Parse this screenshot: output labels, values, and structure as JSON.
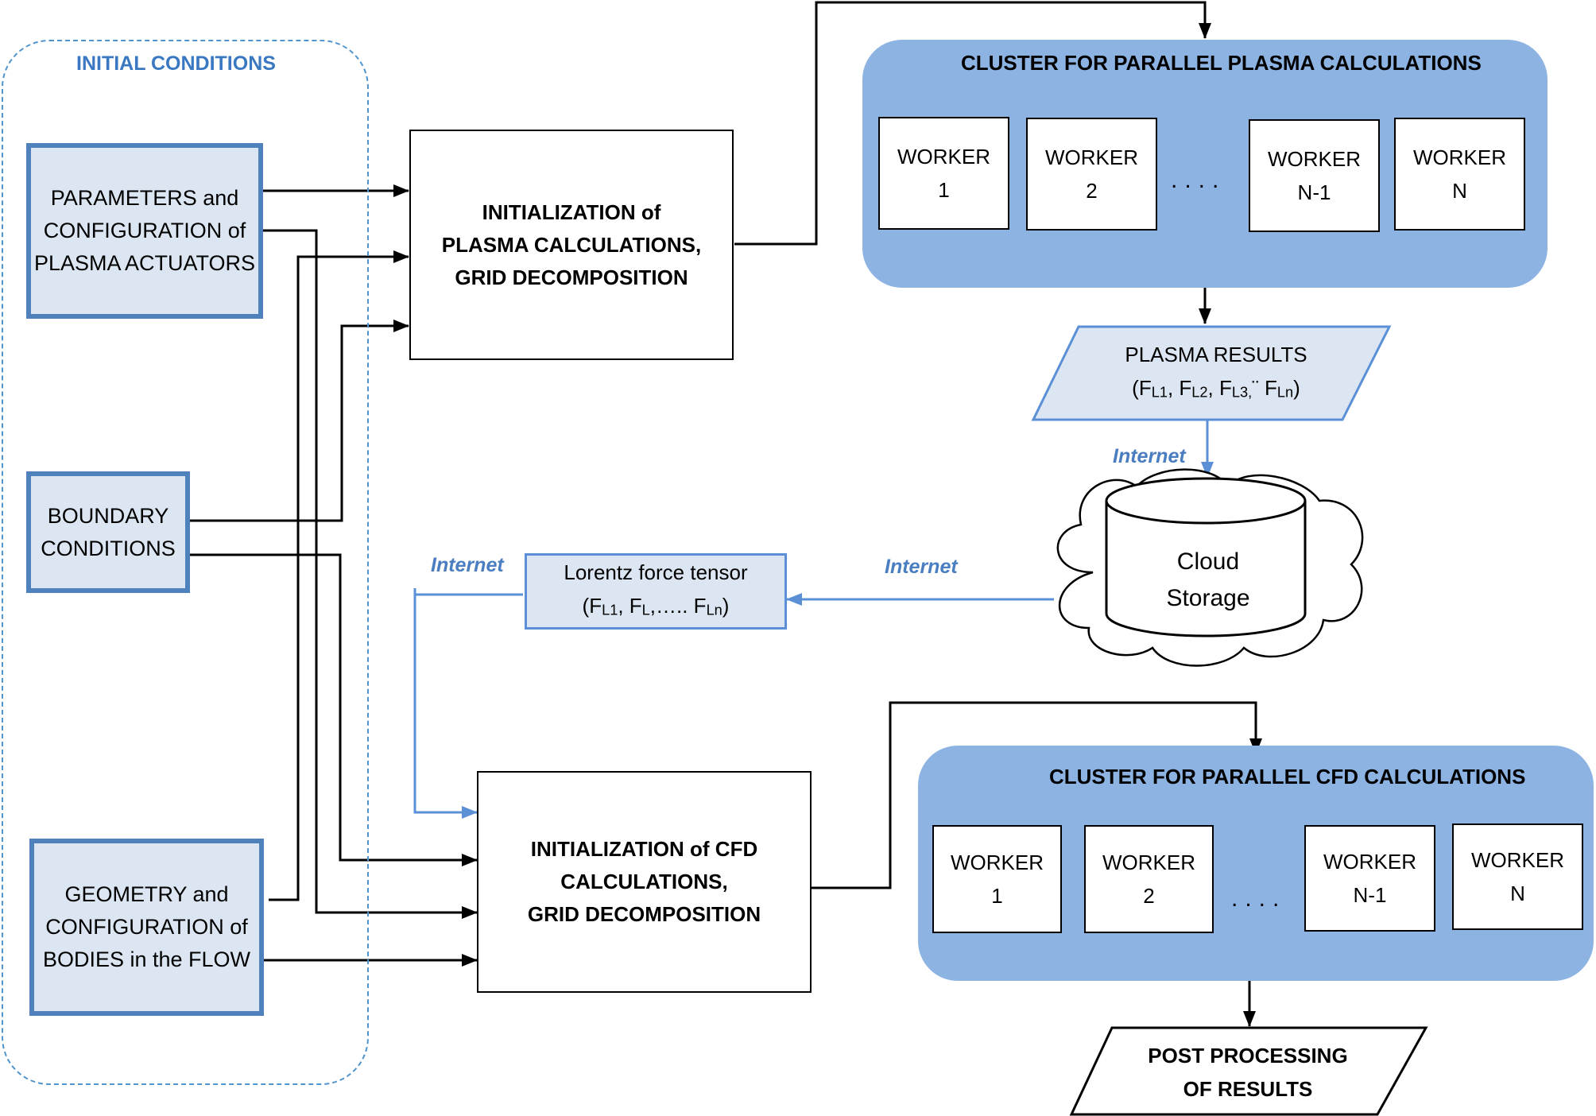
{
  "initial_conditions": {
    "title": "INITIAL CONDITIONS",
    "parameters": [
      "PARAMETERS and",
      "CONFIGURATION of",
      "PLASMA ACTUATORS"
    ],
    "boundary": [
      "BOUNDARY",
      "CONDITIONS"
    ],
    "geometry": [
      "GEOMETRY and",
      "CONFIGURATION of",
      "BODIES in the FLOW"
    ]
  },
  "plasma_init": [
    "INITIALIZATION of",
    "PLASMA CALCULATIONS,",
    "GRID DECOMPOSITION"
  ],
  "cfd_init": [
    "INITIALIZATION of CFD",
    "CALCULATIONS,",
    "GRID DECOMPOSITION"
  ],
  "plasma_cluster": {
    "title": "CLUSTER FOR PARALLEL PLASMA CALCULATIONS",
    "workers": [
      {
        "label": "WORKER",
        "index": "1"
      },
      {
        "label": "WORKER",
        "index": "2"
      },
      {
        "label": "WORKER",
        "index": "N-1"
      },
      {
        "label": "WORKER",
        "index": "N"
      }
    ],
    "ellipsis": "...."
  },
  "cfd_cluster": {
    "title": "CLUSTER FOR PARALLEL CFD CALCULATIONS",
    "workers": [
      {
        "label": "WORKER",
        "index": "1"
      },
      {
        "label": "WORKER",
        "index": "2"
      },
      {
        "label": "WORKER",
        "index": "N-1"
      },
      {
        "label": "WORKER",
        "index": "N"
      }
    ],
    "ellipsis": "...."
  },
  "plasma_results": {
    "title": "PLASMA RESULTS",
    "open": "(F",
    "s1": "L1",
    "c1": ", F",
    "s2": "L2",
    "c2": ", F",
    "s3": "L3,",
    "c3": "¨ F",
    "s4": "Ln",
    "close": ")"
  },
  "lorentz": {
    "title": "Lorentz force tensor",
    "open": "(F",
    "s1": "L1",
    "c1": ", F",
    "s2": "L",
    "c2": ",….. F",
    "s3": "Ln",
    "close": ")"
  },
  "cloud_storage": [
    "Cloud",
    "Storage"
  ],
  "internet_labels": [
    "Internet",
    "Internet",
    "Internet"
  ],
  "post_processing": [
    "POST PROCESSING",
    "OF RESULTS"
  ],
  "colors": {
    "input_fill": "#dce6f2",
    "input_border": "#4f81bd",
    "cluster_fill": "#8db3e2",
    "link_blue": "#5b8fd6",
    "arrow_black": "#000000"
  }
}
